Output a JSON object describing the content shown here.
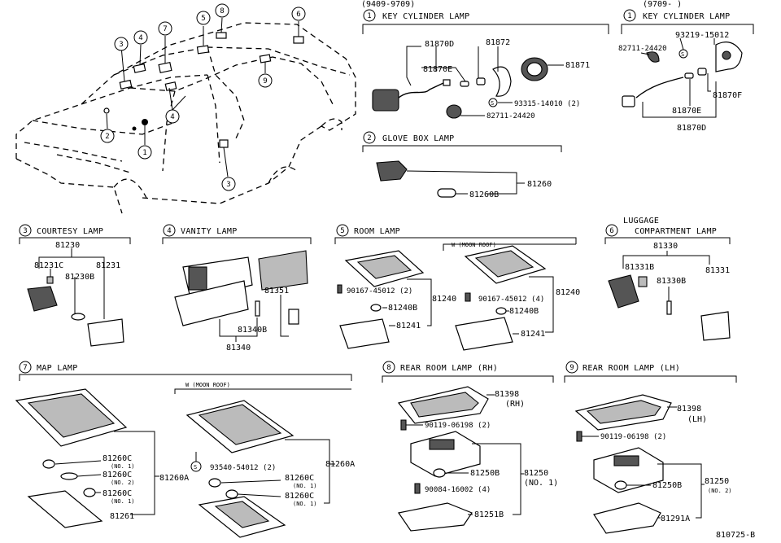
{
  "diagram_code": "810725-B",
  "car_callouts": [
    "1",
    "2",
    "3",
    "4",
    "5",
    "6",
    "7",
    "8",
    "9"
  ],
  "sec1a": {
    "num": "1",
    "range": "(9409-9709)",
    "title": "KEY CYLINDER LAMP",
    "p1": "81870D",
    "p2": "81870E",
    "p3": "81872",
    "p4": "81871",
    "p5": "93315-14010 (2)",
    "p6": "82711-24420"
  },
  "sec1b": {
    "num": "1",
    "range": "(9709-      )",
    "title": "KEY CYLINDER LAMP",
    "p1": "93219-15012",
    "p2": "82711-24420",
    "p3": "81870F",
    "p4": "81870E",
    "p5": "81870D"
  },
  "sec2": {
    "num": "2",
    "title": "GLOVE BOX LAMP",
    "p1": "81260",
    "p2": "81260B"
  },
  "sec3": {
    "num": "3",
    "title": "COURTESY LAMP",
    "p1": "81230",
    "p2": "81231C",
    "p3": "81231",
    "p4": "81230B"
  },
  "sec4": {
    "num": "4",
    "title": "VANITY LAMP",
    "p1": "81351",
    "p2": "81340B",
    "p3": "81340"
  },
  "sec5": {
    "num": "5",
    "title": "ROOM LAMP",
    "variant": "W (MOON ROOF)",
    "p1": "90167-45012 (2)",
    "p2": "81240",
    "p3": "81240B",
    "p4": "81241",
    "p5": "90167-45012 (4)",
    "p6": "81240",
    "p7": "81240B",
    "p8": "81241"
  },
  "sec6": {
    "num": "6",
    "title1": "LUGGAGE",
    "title2": "COMPARTMENT LAMP",
    "p1": "81330",
    "p2": "81331B",
    "p3": "81330B",
    "p4": "81331"
  },
  "sec7": {
    "num": "7",
    "title": "MAP LAMP",
    "variant": "W (MOON ROOF)",
    "p1": "81260C",
    "n1": "(NO. 1)",
    "p2": "81260C",
    "n2": "(NO. 2)",
    "p3": "81260A",
    "p4": "81260C",
    "n4": "(NO. 1)",
    "p5": "81261",
    "p6": "93540-54012 (2)",
    "p7": "81260C",
    "n7": "(NO. 1)",
    "p8": "81260C",
    "n8": "(NO. 1)",
    "p9": "81260A"
  },
  "sec8": {
    "num": "8",
    "title": "REAR ROOM LAMP (RH)",
    "p1": "81398",
    "p1b": "(RH)",
    "p2": "90119-06198 (2)",
    "p3": "81250B",
    "p4": "81250",
    "p4b": "(NO. 1)",
    "p5": "90084-16002 (4)",
    "p6": "81251B"
  },
  "sec9": {
    "num": "9",
    "title": "REAR ROOM LAMP (LH)",
    "p1": "81398",
    "p1b": "(LH)",
    "p2": "90119-06198 (2)",
    "p3": "81250B",
    "p4": "81250",
    "p4b": "(NO. 2)",
    "p5": "81291A"
  }
}
